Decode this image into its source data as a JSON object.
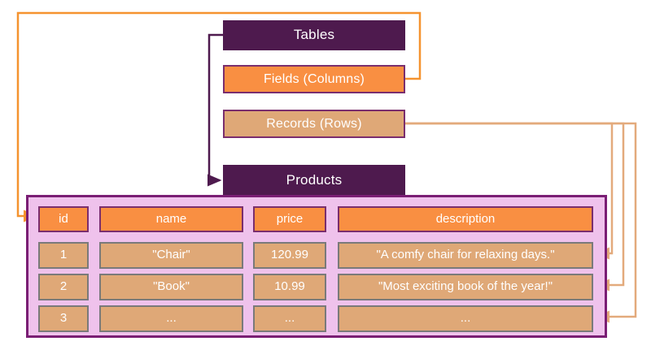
{
  "diagram": {
    "title_concept": "Relational database table anatomy",
    "colors": {
      "dark_purple": "#4E1A4E",
      "orange": "#F98F42",
      "tan": "#DFA877",
      "pink_container": "#EFC2EC",
      "container_border": "#7A1E74",
      "orange_connector": "#F5932F",
      "tan_connector": "#E3AA7C",
      "purple_connector": "#4E1A4E",
      "text": "#FFFFFF"
    },
    "legend": [
      {
        "label": "Tables",
        "style": "dark"
      },
      {
        "label": "Fields (Columns)",
        "style": "orange"
      },
      {
        "label": "Records (Rows)",
        "style": "tan"
      }
    ],
    "table": {
      "name": "Products",
      "columns": [
        "id",
        "name",
        "price",
        "description"
      ],
      "rows": [
        {
          "id": "1",
          "name": "\"Chair\"",
          "price": "120.99",
          "description": "\"A comfy chair for relaxing days.\""
        },
        {
          "id": "2",
          "name": "\"Book\"",
          "price": "10.99",
          "description": "\"Most exciting book of the year!\""
        },
        {
          "id": "3",
          "name": "...",
          "price": "...",
          "description": "..."
        }
      ]
    },
    "connectors": [
      {
        "from": "Fields (Columns)",
        "to": "id column header",
        "color": "#F5932F"
      },
      {
        "from": "Records (Rows)",
        "to": "row 1",
        "color": "#E3AA7C"
      },
      {
        "from": "Records (Rows)",
        "to": "row 2",
        "color": "#E3AA7C"
      },
      {
        "from": "Records (Rows)",
        "to": "row 3",
        "color": "#E3AA7C"
      },
      {
        "from": "Tables",
        "to": "Products",
        "color": "#4E1A4E"
      }
    ]
  }
}
